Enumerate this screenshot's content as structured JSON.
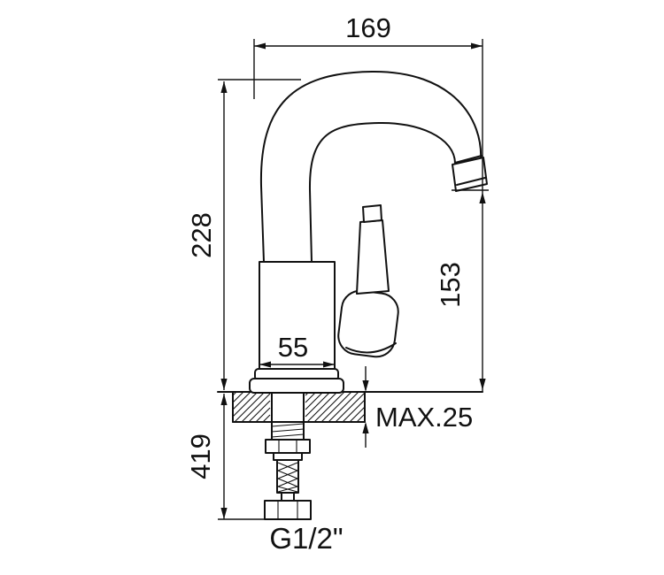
{
  "colors": {
    "line": "#111111",
    "background": "#ffffff"
  },
  "dimensions": {
    "spout_reach_mm": "169",
    "height_to_spout_top_mm": "228",
    "outlet_height_mm": "153",
    "body_width_mm": "55",
    "max_mounting_thickness": "MAX.25",
    "supply_length_mm": "419",
    "thread_size": "G1/2\""
  }
}
